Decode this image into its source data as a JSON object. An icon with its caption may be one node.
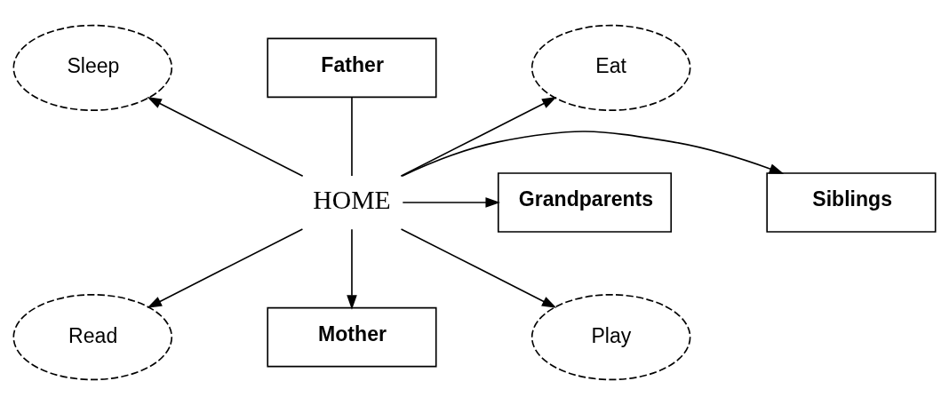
{
  "diagram": {
    "nodes": [
      {
        "text": [
          "Sleep"
        ]
      },
      {
        "text": [
          "Father"
        ]
      },
      {
        "text": [
          "Eat"
        ]
      },
      {
        "text": [
          "Grandparents"
        ]
      },
      {
        "text": [
          "HOME"
        ]
      },
      {
        "text": [
          "Siblings"
        ]
      },
      {
        "text": [
          "Read"
        ]
      },
      {
        "text": [
          "Mother"
        ]
      },
      {
        "text": [
          "Play"
        ]
      }
    ],
    "edges": [
      {
        "from": 4,
        "to": 0,
        "arrow": "to"
      },
      {
        "from": 1,
        "to": 4,
        "arrow": "none"
      },
      {
        "from": 4,
        "to": 2,
        "arrow": "to"
      },
      {
        "from": 4,
        "to": 3,
        "arrow": "to"
      },
      {
        "from": 4,
        "to": 5,
        "arrow": "to"
      },
      {
        "from": 4,
        "to": 6,
        "arrow": "to"
      },
      {
        "from": 4,
        "to": 7,
        "arrow": "to"
      },
      {
        "from": 4,
        "to": 8,
        "arrow": "to"
      }
    ]
  }
}
